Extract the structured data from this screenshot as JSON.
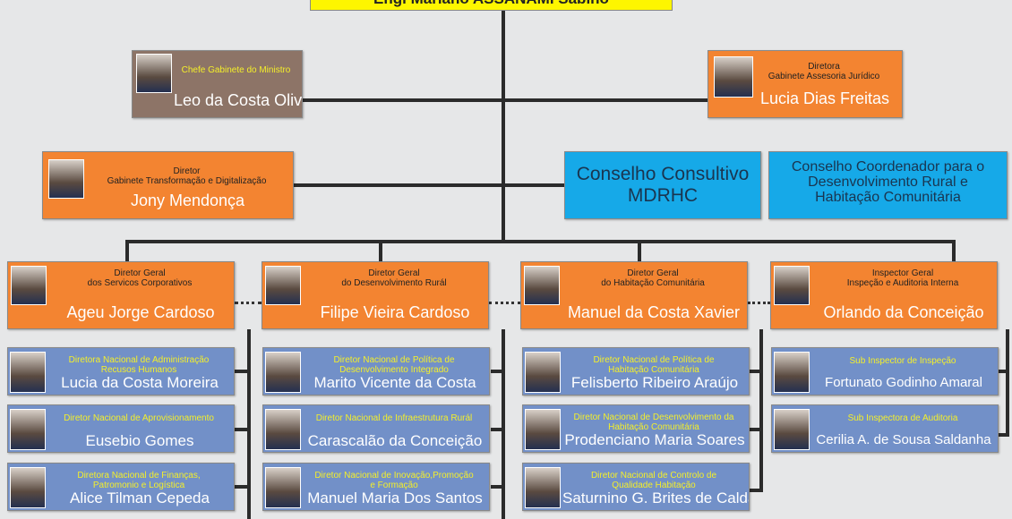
{
  "minister": {
    "name": "Engl Mariano ASSANAMI Sabino"
  },
  "advisors": [
    {
      "role": "Chefe Gabinete do Ministro",
      "name": "Leo da Costa Oliveira"
    },
    {
      "role": "Diretora\nGabinete Assesoria Jurídico",
      "name": "Lucia Dias Freitas"
    },
    {
      "role": "Diretor\nGabinete Transformação e Digitalização",
      "name": "Jony Mendonça"
    }
  ],
  "councils": [
    {
      "name": "Conselho Consultivo MDRHC"
    },
    {
      "name": "Conselho Coordenador para o Desenvolvimento Rural e Habitação Comunitária"
    }
  ],
  "directors": [
    {
      "role": "Diretor Geral\ndos Servicos Corporativos",
      "name": "Ageu Jorge Cardoso"
    },
    {
      "role": "Diretor Geral\ndo Desenvolvimento Rurál",
      "name": "Filipe Vieira Cardoso"
    },
    {
      "role": "Diretor Geral\ndo Habitação Comunitária",
      "name": "Manuel da Costa Xavier"
    },
    {
      "role": "Inspector Geral\nInspeção e Auditoria Interna",
      "name": "Orlando da Conceição"
    }
  ],
  "national": [
    [
      {
        "role": "Diretora Nacional de Administração\nRecusos Humanos",
        "name": "Lucia da Costa Moreira"
      },
      {
        "role": "Diretor Nacional de Aprovisionamento",
        "name": "Eusebio Gomes"
      },
      {
        "role": "Diretora Nacional de Finanças,\nPatromonio e Logística",
        "name": "Alice Tilman Cepeda"
      }
    ],
    [
      {
        "role": "Diretor Nacional de Política de\nDesenvolvimento Integrado",
        "name": "Marito Vicente da Costa"
      },
      {
        "role": "Diretor Nacional de Infraestrutura Rurál",
        "name": "Carascalão da Conceição"
      },
      {
        "role": "Diretor Nacional de Inovação,Promoção\ne Formação",
        "name": "Manuel Maria Dos Santos"
      }
    ],
    [
      {
        "role": "Diretor Nacional de Política de\nHabitação Comunitária",
        "name": "Felisberto Ribeiro Araújo"
      },
      {
        "role": "Diretor Nacional de Desenvolvimento da\nHabitação Comunitária",
        "name": "Prodenciano Maria Soares"
      },
      {
        "role": "Diretor Nacional de Controlo de\nQualidade Habitação",
        "name": "Saturnino G. Brites de Caldas"
      }
    ],
    [
      {
        "role": "Sub Inspector de Inspeção",
        "name": "Fortunato Godinho Amaral"
      },
      {
        "role": "Sub Inspectora de Auditoria",
        "name": "Cerilia A. de Sousa Saldanha"
      }
    ]
  ]
}
